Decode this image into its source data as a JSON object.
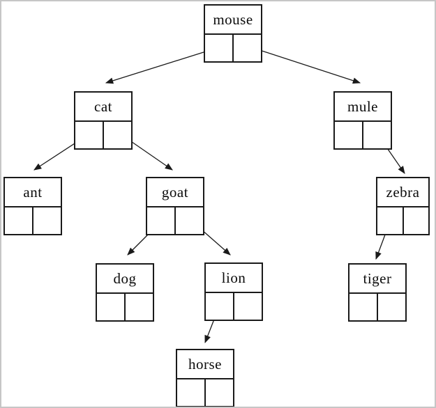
{
  "diagram": {
    "type": "binary-tree",
    "root": "mouse",
    "nodes": [
      {
        "id": "mouse",
        "label": "mouse",
        "left_child": "cat",
        "right_child": "mule"
      },
      {
        "id": "cat",
        "label": "cat",
        "left_child": "ant",
        "right_child": "goat"
      },
      {
        "id": "mule",
        "label": "mule",
        "left_child": null,
        "right_child": "zebra"
      },
      {
        "id": "ant",
        "label": "ant",
        "left_child": null,
        "right_child": null
      },
      {
        "id": "goat",
        "label": "goat",
        "left_child": "dog",
        "right_child": "lion"
      },
      {
        "id": "zebra",
        "label": "zebra",
        "left_child": "tiger",
        "right_child": null
      },
      {
        "id": "dog",
        "label": "dog",
        "left_child": null,
        "right_child": null
      },
      {
        "id": "lion",
        "label": "lion",
        "left_child": "horse",
        "right_child": null
      },
      {
        "id": "tiger",
        "label": "tiger",
        "left_child": null,
        "right_child": null
      },
      {
        "id": "horse",
        "label": "horse",
        "left_child": null,
        "right_child": null
      }
    ],
    "edges": [
      {
        "from": "mouse",
        "side": "left",
        "to": "cat"
      },
      {
        "from": "mouse",
        "side": "right",
        "to": "mule"
      },
      {
        "from": "cat",
        "side": "left",
        "to": "ant"
      },
      {
        "from": "cat",
        "side": "right",
        "to": "goat"
      },
      {
        "from": "mule",
        "side": "right",
        "to": "zebra"
      },
      {
        "from": "goat",
        "side": "left",
        "to": "dog"
      },
      {
        "from": "goat",
        "side": "right",
        "to": "lion"
      },
      {
        "from": "zebra",
        "side": "left",
        "to": "tiger"
      },
      {
        "from": "lion",
        "side": "left",
        "to": "horse"
      }
    ],
    "colors": {
      "line": "#1a1a1a",
      "text": "#0c0c0c",
      "background": "#ffffff",
      "frame_border": "#c6c6c6"
    }
  }
}
